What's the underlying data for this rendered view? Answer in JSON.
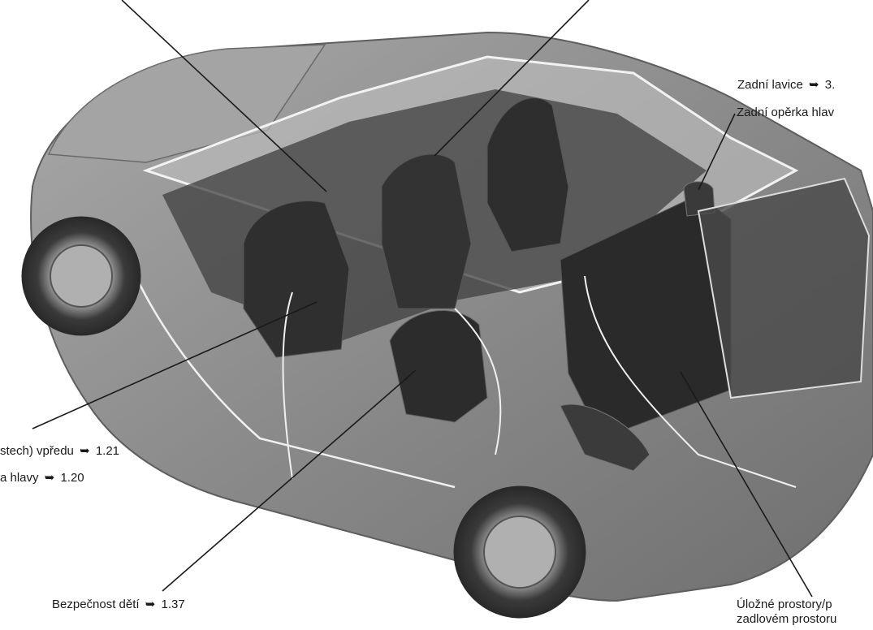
{
  "labels": {
    "rear_bench": {
      "text": "Zadní lavice",
      "ref": "3."
    },
    "rear_headrest": {
      "text": "Zadní opěrka hlav"
    },
    "front_seats": {
      "text": "stech) vpředu",
      "ref": "1.21"
    },
    "front_headrest": {
      "text": "a hlavy",
      "ref": "1.20"
    },
    "child_safety": {
      "text": "Bezpečnost dětí",
      "ref": "1.37"
    },
    "storage_line1": {
      "text": "Úložné prostory/p"
    },
    "storage_line2": {
      "text": "zadlovém prostoru"
    }
  },
  "arrow_glyph": "➥",
  "colors": {
    "line": "#1a1a1a",
    "body": "#8e8e8e",
    "body_dark": "#5a5a5a",
    "glass": "#c9c9c9"
  }
}
